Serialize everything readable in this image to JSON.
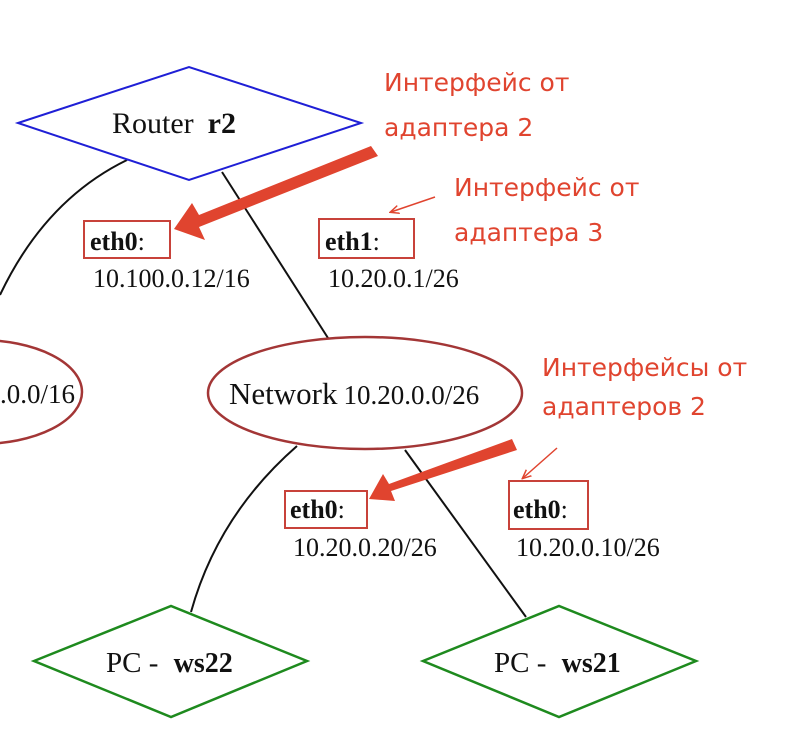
{
  "colors": {
    "router_border": "#1f1fd6",
    "network_border": "#a33636",
    "pc_border": "#1e8a1e",
    "edge": "#111111",
    "annotation": "#e0442f",
    "box_border": "#c8423a"
  },
  "router": {
    "prefix": "Router",
    "name": "r2"
  },
  "network_main": {
    "prefix": "Network",
    "cidr": "10.20.0.0/26"
  },
  "network_left": {
    "cidr_partial": ".0.0/16"
  },
  "interfaces": {
    "r2_eth0": {
      "name": "eth0",
      "colon": ":",
      "ip": "10.100.0.12/16"
    },
    "r2_eth1": {
      "name": "eth1",
      "colon": ":",
      "ip": "10.20.0.1/26"
    },
    "ws22_eth0": {
      "name": "eth0",
      "colon": ":",
      "ip": "10.20.0.20/26"
    },
    "ws21_eth0": {
      "name": "eth0",
      "colon": ":",
      "ip": "10.20.0.10/26"
    }
  },
  "pcs": {
    "ws22": {
      "prefix": "PC - ",
      "name": "ws22"
    },
    "ws21": {
      "prefix": "PC - ",
      "name": "ws21"
    }
  },
  "annotations": {
    "adapter2_router": {
      "line1": "Интерфейс от",
      "line2": "адаптера 2"
    },
    "adapter3_router": {
      "line1": "Интерфейс от",
      "line2": "адаптера 3"
    },
    "adapters2_pcs": {
      "line1": "Интерфейсы от",
      "line2": "адаптеров 2"
    }
  }
}
